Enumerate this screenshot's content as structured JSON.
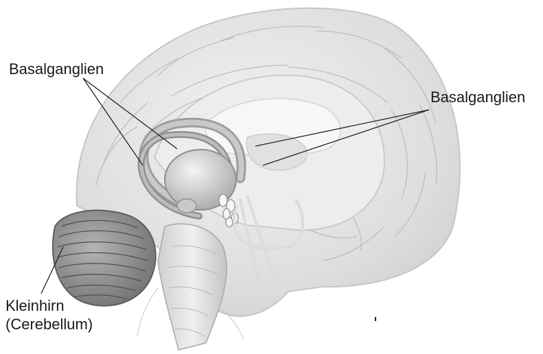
{
  "labels": {
    "basal_ganglia_left": "Basalganglien",
    "basal_ganglia_right": "Basalganglien",
    "cerebellum_line1": "Kleinhirn",
    "cerebellum_line2": "(Cerebellum)"
  },
  "colors": {
    "background": "#ffffff",
    "cortex": "#dcdcdc",
    "deep_structures": "#b9b9b9",
    "cerebellum": "#8e8e8e",
    "leader_line": "#222222",
    "label_text": "#1a1a1a"
  }
}
